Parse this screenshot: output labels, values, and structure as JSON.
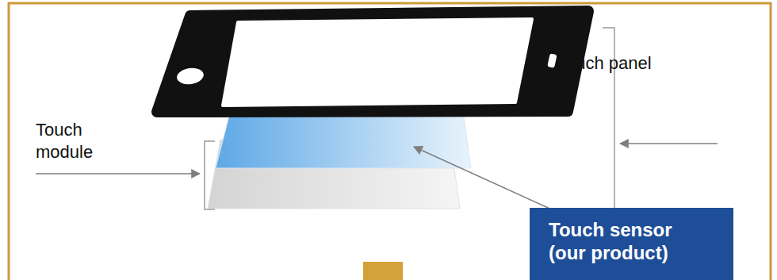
{
  "diagram": {
    "nodes": [
      {
        "text": [
          "Touch sensor (our product)"
        ]
      }
    ],
    "labels": [
      "Touch module",
      "Touch panel"
    ]
  }
}
